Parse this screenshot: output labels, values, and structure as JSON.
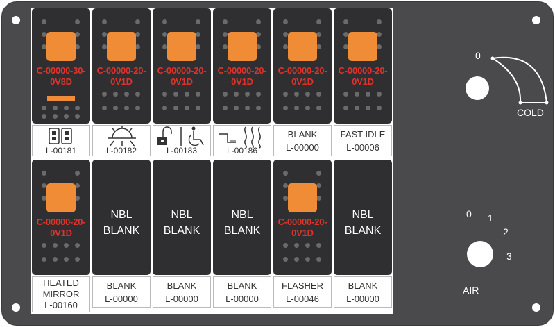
{
  "colors": {
    "panel": "#4a4a4c",
    "switch": "#2f2f31",
    "led": "#f08c36",
    "code_text": "#e0322a"
  },
  "top_switches": [
    {
      "code_line1": "C-00000-30-",
      "code_line2": "0V8D",
      "led": true,
      "indicator_bar": true
    },
    {
      "code_line1": "C-00000-20-",
      "code_line2": "0V1D",
      "led": true
    },
    {
      "code_line1": "C-00000-20-",
      "code_line2": "0V1D",
      "led": true
    },
    {
      "code_line1": "C-00000-20-",
      "code_line2": "0V1D",
      "led": true
    },
    {
      "code_line1": "C-00000-20-",
      "code_line2": "0V1D",
      "led": true
    },
    {
      "code_line1": "C-00000-20-",
      "code_line2": "0V1D",
      "led": true
    }
  ],
  "top_labels": [
    {
      "icon": "door-lock-icon",
      "code": "L-00181"
    },
    {
      "icon": "light-icon",
      "code": "L-00182"
    },
    {
      "icon": "unlock-wheelchair-icon",
      "code": "L-00183"
    },
    {
      "icon": "step-heat-icon",
      "code": "L-00186"
    },
    {
      "line1": "BLANK",
      "line2": "L-00000"
    },
    {
      "line1": "FAST IDLE",
      "line2": "L-00006"
    }
  ],
  "bottom_switches": [
    {
      "code_line1": "C-00000-20-",
      "code_line2": "0V1D",
      "led": true
    },
    {
      "nbl_line1": "NBL",
      "nbl_line2": "BLANK"
    },
    {
      "nbl_line1": "NBL",
      "nbl_line2": "BLANK"
    },
    {
      "nbl_line1": "NBL",
      "nbl_line2": "BLANK"
    },
    {
      "code_line1": "C-00000-20-",
      "code_line2": "0V1D",
      "led": true
    },
    {
      "nbl_line1": "NBL",
      "nbl_line2": "BLANK"
    }
  ],
  "bottom_labels": [
    {
      "line1": "HEATED",
      "line2": "MIRROR",
      "line3": "L-00160"
    },
    {
      "line1": "BLANK",
      "line2": "L-00000"
    },
    {
      "line1": "BLANK",
      "line2": "L-00000"
    },
    {
      "line1": "BLANK",
      "line2": "L-00000"
    },
    {
      "line1": "FLASHER",
      "line2": "L-00046"
    },
    {
      "line1": "BLANK",
      "line2": "L-00000"
    }
  ],
  "temp_control": {
    "zero": "0",
    "cold": "COLD"
  },
  "air_control": {
    "s0": "0",
    "s1": "1",
    "s2": "2",
    "s3": "3",
    "label": "AIR"
  }
}
